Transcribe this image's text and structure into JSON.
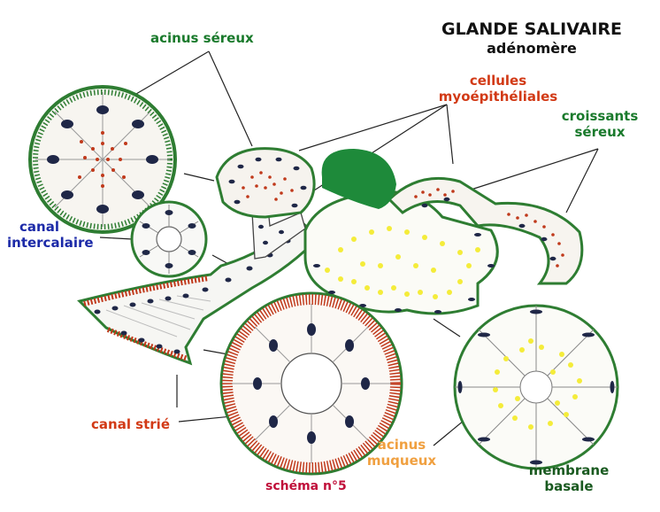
{
  "title": {
    "line1": "GLANDE SALIVAIRE",
    "line2": "adénomère"
  },
  "labels": {
    "acinus_sereux": "acinus séreux",
    "cellules": "cellules",
    "myoepitheliales": "myoépithéliales",
    "croissants": "croissants",
    "sereux": "séreux",
    "canal_intercalaire_1": "canal",
    "canal_intercalaire_2": "intercalaire",
    "canal_strie": "canal strié",
    "acinus_muqueux_1": "acinus",
    "acinus_muqueux_2": "muqueux",
    "membrane_1": "membrane",
    "membrane_2": "basale",
    "schema": "schéma n°5"
  },
  "colors": {
    "green_label": "#1a7a2c",
    "red_label": "#d23a16",
    "blue_label": "#1c2aa8",
    "orange_label": "#f0a040",
    "crimson_label": "#c0103a",
    "membrane_green": "#2e7d32",
    "serous_red": "#c0391b",
    "mucous_yellow": "#f4ec3a",
    "nucleus": "#1f2747",
    "myo_green": "#1e8a3a"
  }
}
